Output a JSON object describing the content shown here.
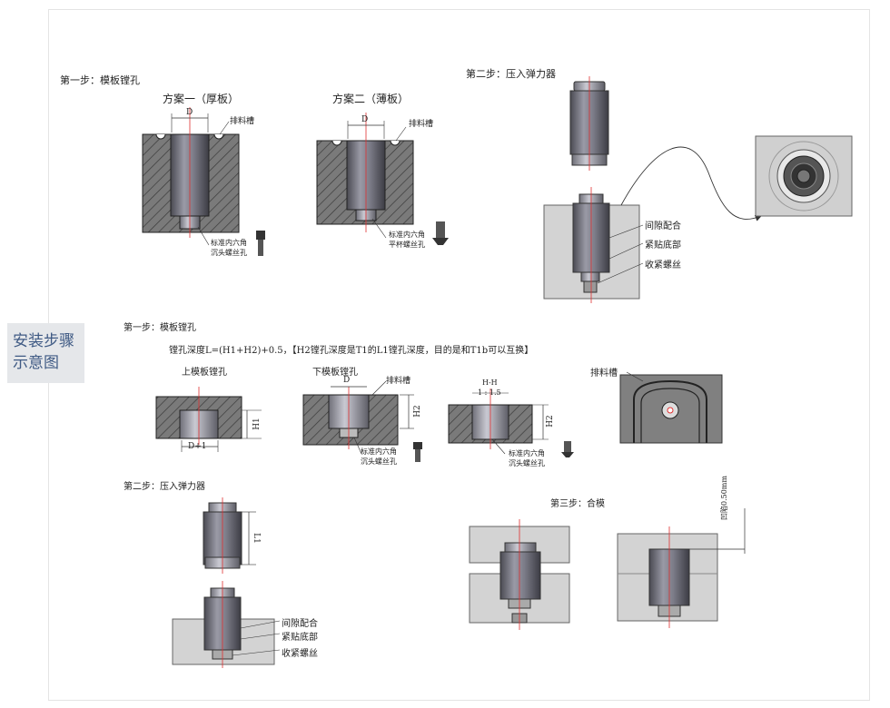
{
  "side_label": "安装步骤\n示意图",
  "top": {
    "step1_title": "第一步：模板镗孔",
    "plan1_title": "方案一（厚板）",
    "plan2_title": "方案二（薄板）",
    "dim_d": "D",
    "slot_label": "排料槽",
    "screw1_line1": "标准内六角",
    "screw1_line2": "沉头螺丝孔",
    "screw2_line1": "标准内六角",
    "screw2_line2": "平杯螺丝孔",
    "step2_title": "第二步：压入弹力器",
    "callout1": "间隙配合",
    "callout2": "紧贴底部",
    "callout3": "收紧螺丝"
  },
  "middle": {
    "step1_title": "第一步：模板镗孔",
    "formula": "镗孔深度L=(H1+H2)+0.5，【H2镗孔深度是T1的L1镗孔深度，目的是和T1b可以互换】",
    "upper_title": "上模板镗孔",
    "lower_title": "下模板镗孔",
    "dim_h1": "H1",
    "dim_d1": "D+1",
    "dim_d": "D",
    "dim_h2": "H2",
    "slot_label": "排料槽",
    "section_title": "H-H",
    "section_scale": "1 : 1.5",
    "screw_line1": "标准内六角",
    "screw_line2": "沉头螺丝孔",
    "slot_label2": "排料槽"
  },
  "bottom": {
    "step2_title": "第二步：压入弹力器",
    "dim_l1": "L1",
    "callout1": "间隙配合",
    "callout2": "紧贴底部",
    "callout3": "收紧螺丝",
    "step3_title": "第三步：合模",
    "gap_label": "凹陷0.50mm"
  }
}
